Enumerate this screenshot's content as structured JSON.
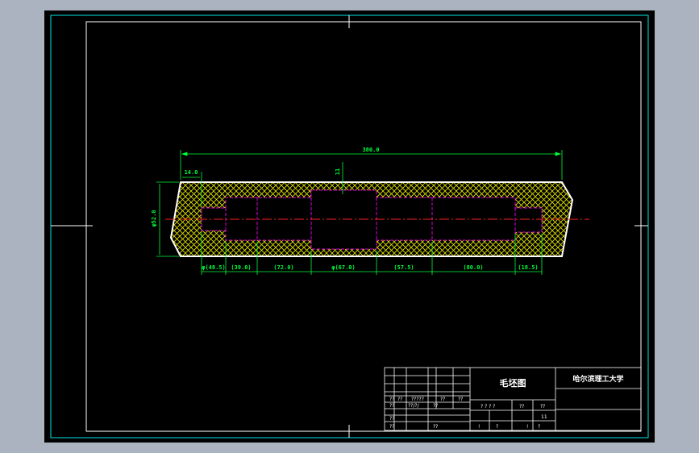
{
  "drawing": {
    "dims": {
      "overall_length": "380.0",
      "left_step": "14.0",
      "diameter": "φ52.0",
      "top_mark": "11",
      "seg_1": "φ(48.5)",
      "seg_2": "(39.0)",
      "seg_3": "(72.0)",
      "seg_4": "φ(67.0)",
      "seg_5": "(57.5)",
      "seg_6": "(80.0)",
      "seg_7": "(18.5)"
    }
  },
  "title_block": {
    "title": "毛坯图",
    "school": "哈尔滨理工大学",
    "cells": {
      "r1a": "??",
      "r1b": "??",
      "r1c": "?????",
      "r1d": "??",
      "r1e": "??",
      "r2a": "??",
      "r2b": "??/?/",
      "r2c": "??",
      "r3a": "??",
      "r4a": "??",
      "r4b": "??",
      "s1": "? ? ? ?",
      "s2": "??",
      "s3": "??",
      "s4": "11",
      "s5": "!",
      "s6": "?",
      "s7": "!",
      "s8": "?"
    }
  },
  "colors": {
    "frame": "#ffffff",
    "border": "#00e5e5",
    "dimension": "#00ff3a",
    "hidden": "#e000e0",
    "hatch": "#e8e800",
    "center": "#ff2020"
  }
}
